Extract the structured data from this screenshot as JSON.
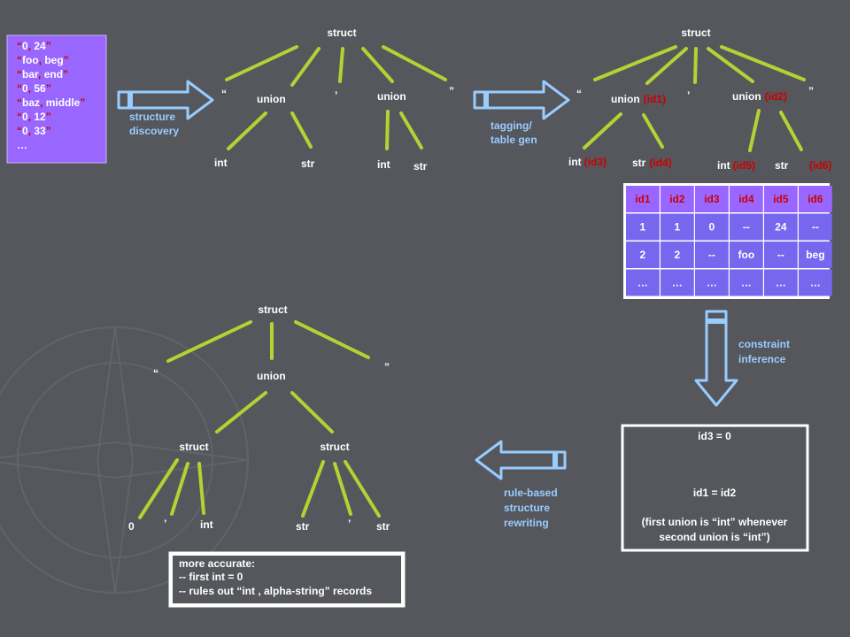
{
  "data_panel": {
    "lines": [
      {
        "parts": [
          [
            "“",
            "red"
          ],
          [
            "0",
            "white"
          ],
          [
            ", ",
            "red"
          ],
          [
            "24",
            "white"
          ],
          [
            "”",
            "red"
          ]
        ]
      },
      {
        "parts": [
          [
            "“",
            "red"
          ],
          [
            "foo",
            "white"
          ],
          [
            ", ",
            "red"
          ],
          [
            "beg",
            "white"
          ],
          [
            "”",
            "red"
          ]
        ]
      },
      {
        "parts": [
          [
            "“",
            "red"
          ],
          [
            "bar",
            "white"
          ],
          [
            ", ",
            "red"
          ],
          [
            "end",
            "white"
          ],
          [
            "”",
            "red"
          ]
        ]
      },
      {
        "parts": [
          [
            "“",
            "red"
          ],
          [
            "0",
            "white"
          ],
          [
            ", ",
            "red"
          ],
          [
            "56",
            "white"
          ],
          [
            "”",
            "red"
          ]
        ]
      },
      {
        "parts": [
          [
            "“",
            "red"
          ],
          [
            "baz",
            "white"
          ],
          [
            ", ",
            "red"
          ],
          [
            "middle",
            "white"
          ],
          [
            "”",
            "red"
          ]
        ]
      },
      {
        "parts": [
          [
            "“",
            "red"
          ],
          [
            "0",
            "white"
          ],
          [
            ", ",
            "red"
          ],
          [
            "12",
            "white"
          ],
          [
            "”",
            "red"
          ]
        ]
      },
      {
        "parts": [
          [
            "“",
            "red"
          ],
          [
            "0",
            "white"
          ],
          [
            ", ",
            "red"
          ],
          [
            "33",
            "white"
          ],
          [
            "”",
            "red"
          ]
        ]
      },
      {
        "parts": [
          [
            "…",
            "white"
          ]
        ]
      }
    ]
  },
  "step_labels": {
    "structure_discovery": [
      "structure",
      "discovery"
    ],
    "tagging": [
      "tagging/",
      "table gen"
    ],
    "constraint_inference": [
      "constraint",
      "inference"
    ],
    "rewriting": [
      "rule-based",
      "structure",
      "rewriting"
    ]
  },
  "tree1": {
    "root": "struct",
    "open_quote": "“",
    "union_left": "union",
    "comma": "’",
    "union_right": "union",
    "close_quote": "”",
    "leaf_int_left": "int",
    "leaf_str_left": "str",
    "leaf_int_right": "int",
    "leaf_str_right": "str"
  },
  "tree2": {
    "root": "struct",
    "open_quote": "“",
    "union_left": "union",
    "union_left_tag": "(id1)",
    "comma": "’",
    "union_right": "union",
    "union_right_tag": "(id2)",
    "close_quote": "”",
    "leaf_int_left": "int",
    "leaf_int_left_tag": "(id3)",
    "leaf_str_left": "str",
    "leaf_str_left_tag": "(id4)",
    "leaf_int_right": "int",
    "leaf_int_right_tag": "(id5)",
    "leaf_str_right": "str",
    "leaf_str_right_tag": "(id6)"
  },
  "table": {
    "headers": [
      "id1",
      "id2",
      "id3",
      "id4",
      "id5",
      "id6"
    ],
    "rows": [
      [
        "1",
        "1",
        "0",
        "--",
        "24",
        "--"
      ],
      [
        "2",
        "2",
        "--",
        "foo",
        "--",
        "beg"
      ],
      [
        "…",
        "…",
        "…",
        "…",
        "…",
        "…"
      ]
    ]
  },
  "constraints": {
    "line1": "id3 = 0",
    "line2": "id1 = id2",
    "line3": "(first union is “int” whenever",
    "line4": "second union is “int”)"
  },
  "tree3": {
    "root": "struct",
    "open_quote": "“",
    "union": "union",
    "close_quote": "”",
    "struct_left": "struct",
    "struct_right": "struct",
    "leaf_zero": "0",
    "leaf_comma_left": "’",
    "leaf_int": "int",
    "leaf_str_left": "str",
    "leaf_comma_right": "’",
    "leaf_str_right": "str"
  },
  "note": {
    "line1": "more accurate:",
    "line2": "-- first int = 0",
    "line3": "-- rules out “int , alpha-string” records"
  },
  "colors": {
    "background": "#55575d",
    "edge": "#b3d233",
    "tag": "#cc0000",
    "arrow": "#99ccff",
    "panel": "#9966ff",
    "table_header": "#9966ff",
    "table_body": "#7766ee"
  }
}
